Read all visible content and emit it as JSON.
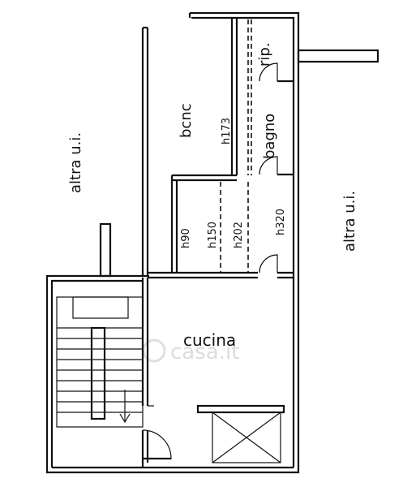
{
  "rooms": {
    "altra_left": "altra u.i.",
    "altra_right": "altra u.i.",
    "bcnc": "bcnc",
    "bagno": "bagno",
    "rip": "rip.",
    "cucina": "cucina"
  },
  "heights": {
    "h173": "h173",
    "h202": "h202",
    "h150": "h150",
    "h90": "h90",
    "h320": "h320"
  },
  "watermark": "casa.it"
}
